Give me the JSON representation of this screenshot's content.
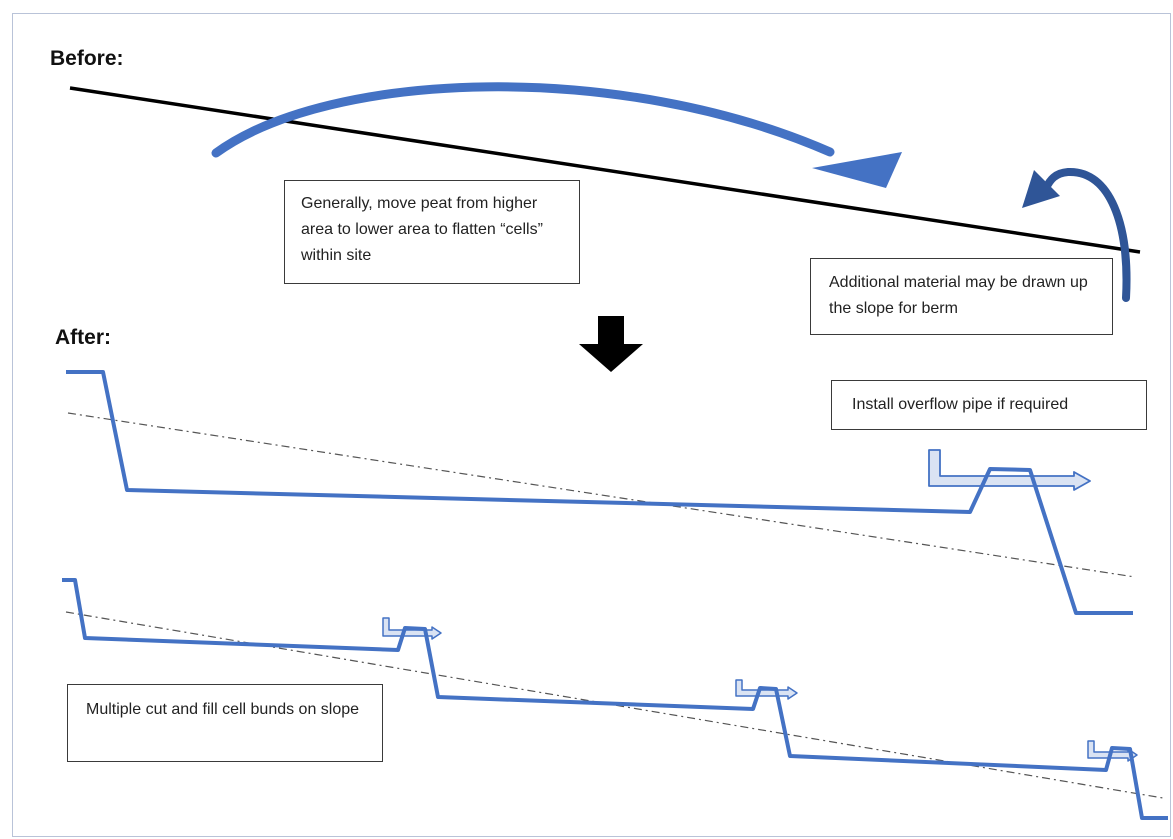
{
  "before_label": "Before:",
  "after_label": "After:",
  "notes": {
    "move_peat": "Generally, move peat from higher area to lower area to flatten “cells” within site",
    "additional_material": "Additional material may be drawn up the slope for berm",
    "overflow_pipe": "Install overflow pipe if required",
    "multiple_cells": "Multiple cut and fill cell bunds on slope"
  },
  "colors": {
    "profile_blue": "#4472c4",
    "arrow_dark_blue": "#2f5597",
    "pipe_fill": "#dae3f3",
    "ground_line": "#000000",
    "dashed_line": "#555555"
  }
}
